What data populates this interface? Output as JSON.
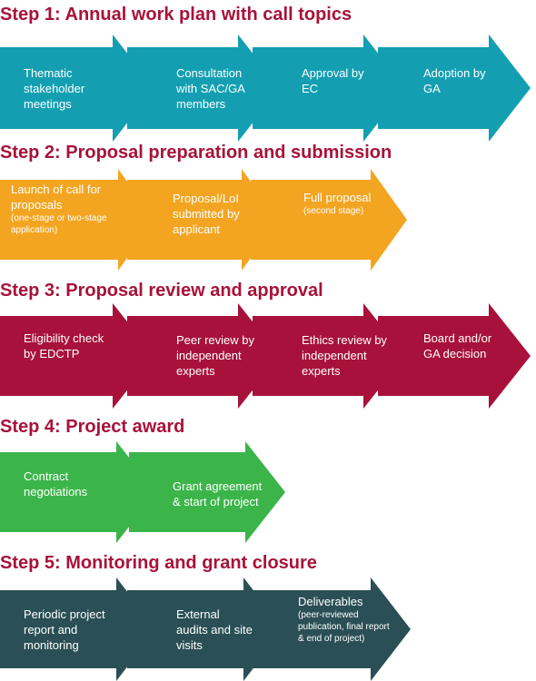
{
  "colors": {
    "title": "#a8123a",
    "step1": "#139fb1",
    "step2": "#f3a521",
    "step3": "#a8123a",
    "step4": "#3bb54a",
    "step5": "#2a4f55"
  },
  "steps": [
    {
      "title": "Step 1: Annual work plan with call topics",
      "boxes": [
        {
          "label": "Thematic stakeholder meetings",
          "note": ""
        },
        {
          "label": "Consultation with SAC/GA members",
          "note": ""
        },
        {
          "label": "Approval by EC",
          "note": ""
        },
        {
          "label": "Adoption by GA",
          "note": ""
        }
      ]
    },
    {
      "title": "Step 2: Proposal preparation and submission",
      "boxes": [
        {
          "label": "Launch of call for proposals",
          "note": "(one-stage or two-stage application)"
        },
        {
          "label": "Proposal/LoI submitted by applicant",
          "note": ""
        },
        {
          "label": "Full proposal",
          "note": "(second stage)"
        }
      ]
    },
    {
      "title": "Step 3: Proposal review and approval",
      "boxes": [
        {
          "label": "Eligibility check by EDCTP",
          "note": ""
        },
        {
          "label": "Peer review by independent experts",
          "note": ""
        },
        {
          "label": "Ethics review by independent experts",
          "note": ""
        },
        {
          "label": "Board and/or GA decision",
          "note": ""
        }
      ]
    },
    {
      "title": "Step 4: Project award",
      "boxes": [
        {
          "label": "Contract negotiations",
          "note": ""
        },
        {
          "label": "Grant agreement & start of project",
          "note": ""
        }
      ]
    },
    {
      "title": "Step 5: Monitoring and grant closure",
      "boxes": [
        {
          "label": "Periodic project report and monitoring",
          "note": ""
        },
        {
          "label": "External audits and site visits",
          "note": ""
        },
        {
          "label": "Deliverables",
          "note": "(peer-reviewed publication, final report & end of project)"
        }
      ]
    }
  ]
}
